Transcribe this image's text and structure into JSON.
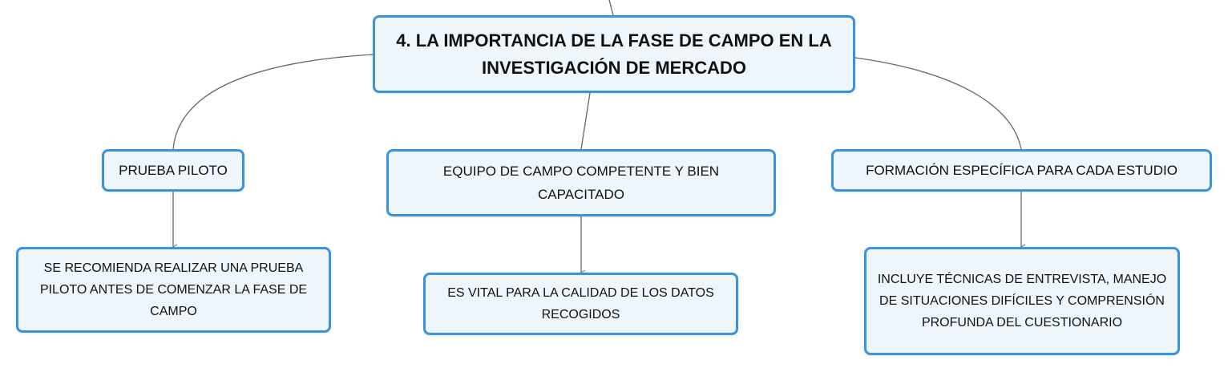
{
  "mindmap": {
    "root": {
      "title": "4. LA IMPORTANCIA DE LA FASE DE CAMPO EN LA INVESTIGACIÓN DE MERCADO"
    },
    "branches": [
      {
        "label": "PRUEBA PILOTO",
        "detail": "SE RECOMIENDA REALIZAR UNA PRUEBA PILOTO ANTES DE COMENZAR LA FASE DE CAMPO"
      },
      {
        "label": "EQUIPO DE CAMPO COMPETENTE Y BIEN CAPACITADO",
        "detail": "ES VITAL PARA LA CALIDAD DE LOS DATOS RECOGIDOS"
      },
      {
        "label": "FORMACIÓN ESPECÍFICA PARA CADA ESTUDIO",
        "detail": "INCLUYE TÉCNICAS DE ENTREVISTA, MANEJO DE SITUACIONES DIFÍCILES Y COMPRENSIÓN PROFUNDA DEL CUESTIONARIO"
      }
    ]
  },
  "colors": {
    "node_fill": "#eef6fc",
    "node_border": "#3a93dc",
    "connector": "#666666",
    "text": "#111111"
  }
}
